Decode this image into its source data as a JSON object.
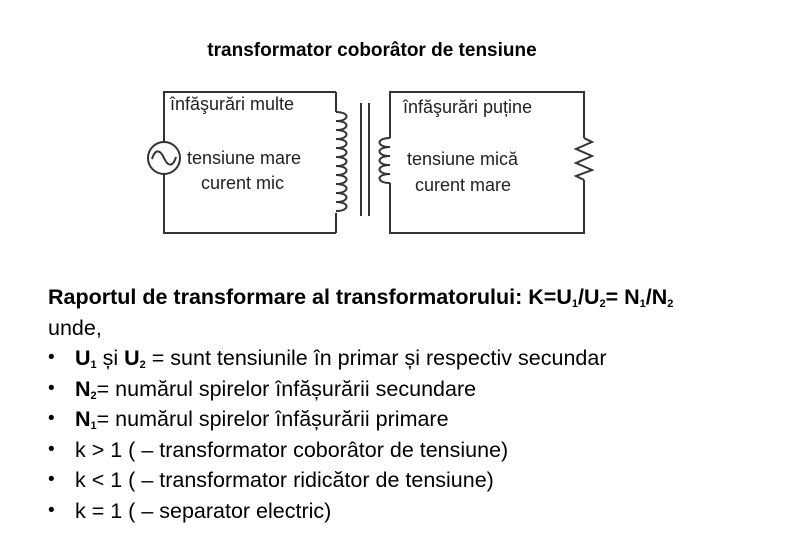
{
  "diagram": {
    "title": "transformator coborâtor de tensiune",
    "primary": {
      "winding_label": "înfăşurări multe",
      "voltage_label": "tensiune mare",
      "current_label": "curent mic",
      "source_icon": "ac-source-icon"
    },
    "secondary": {
      "winding_label": "înfăşurări puține",
      "voltage_label": "tensiune mică",
      "current_label": "curent mare",
      "load_icon": "resistor-icon"
    }
  },
  "formula": {
    "prefix": "Raportul de transformare al transformatorului: K=U",
    "s1": "1",
    "mid1": "/U",
    "s2": "2",
    "mid2": "= N",
    "s3": "1",
    "mid3": "/N",
    "s4": "2"
  },
  "unde": "unde,",
  "bullets": {
    "b1": {
      "u": "U",
      "s1": "1",
      "and": " și ",
      "u2": "U",
      "s2": "2",
      "rest": " = sunt tensiunile în primar și respectiv secundar"
    },
    "b2": {
      "n": "N",
      "s": "2",
      "rest": "= numărul spirelor înfășurării secundare"
    },
    "b3": {
      "n": "N",
      "s": "1",
      "rest": "= numărul spirelor înfășurării primare"
    },
    "b4": "k > 1 ( – transformator coborâtor de tensiune)",
    "b5": "k < 1 ( – transformator ridicător de tensiune)",
    "b6": "k = 1 ( – separator electric)"
  }
}
